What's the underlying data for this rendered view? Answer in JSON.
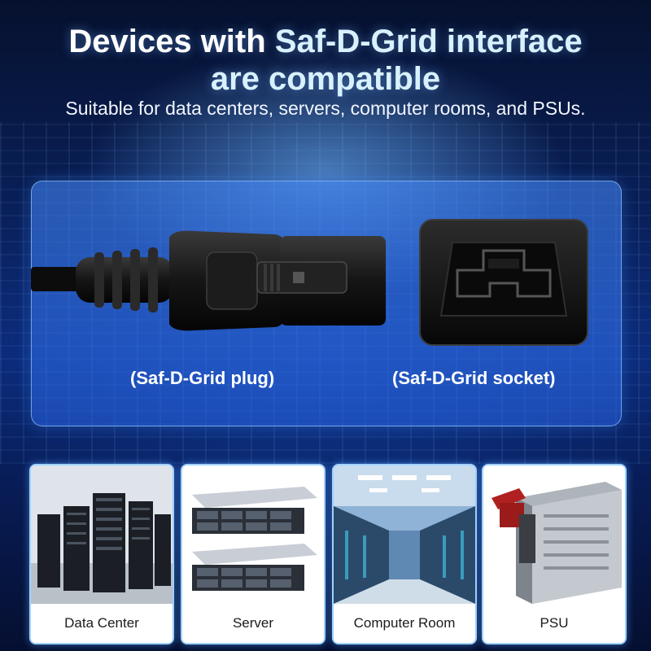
{
  "heading": {
    "part1": "Devices with ",
    "accent": "Saf-D-Grid interface",
    "line2": "are compatible"
  },
  "subtitle": "Suitable for data centers, servers, computer rooms, and PSUs.",
  "connectors": {
    "plug_label": "(Saf-D-Grid plug)",
    "socket_label": "(Saf-D-Grid socket)"
  },
  "devices": [
    {
      "label": "Data Center",
      "icon": "data-center-photo"
    },
    {
      "label": "Server",
      "icon": "server-photo"
    },
    {
      "label": "Computer Room",
      "icon": "computer-room-photo"
    },
    {
      "label": "PSU",
      "icon": "psu-photo"
    }
  ],
  "colors": {
    "background": "#0a2260",
    "panel": "#3f82f0",
    "title": "#ffffff",
    "accent": "#d8f1ff"
  }
}
